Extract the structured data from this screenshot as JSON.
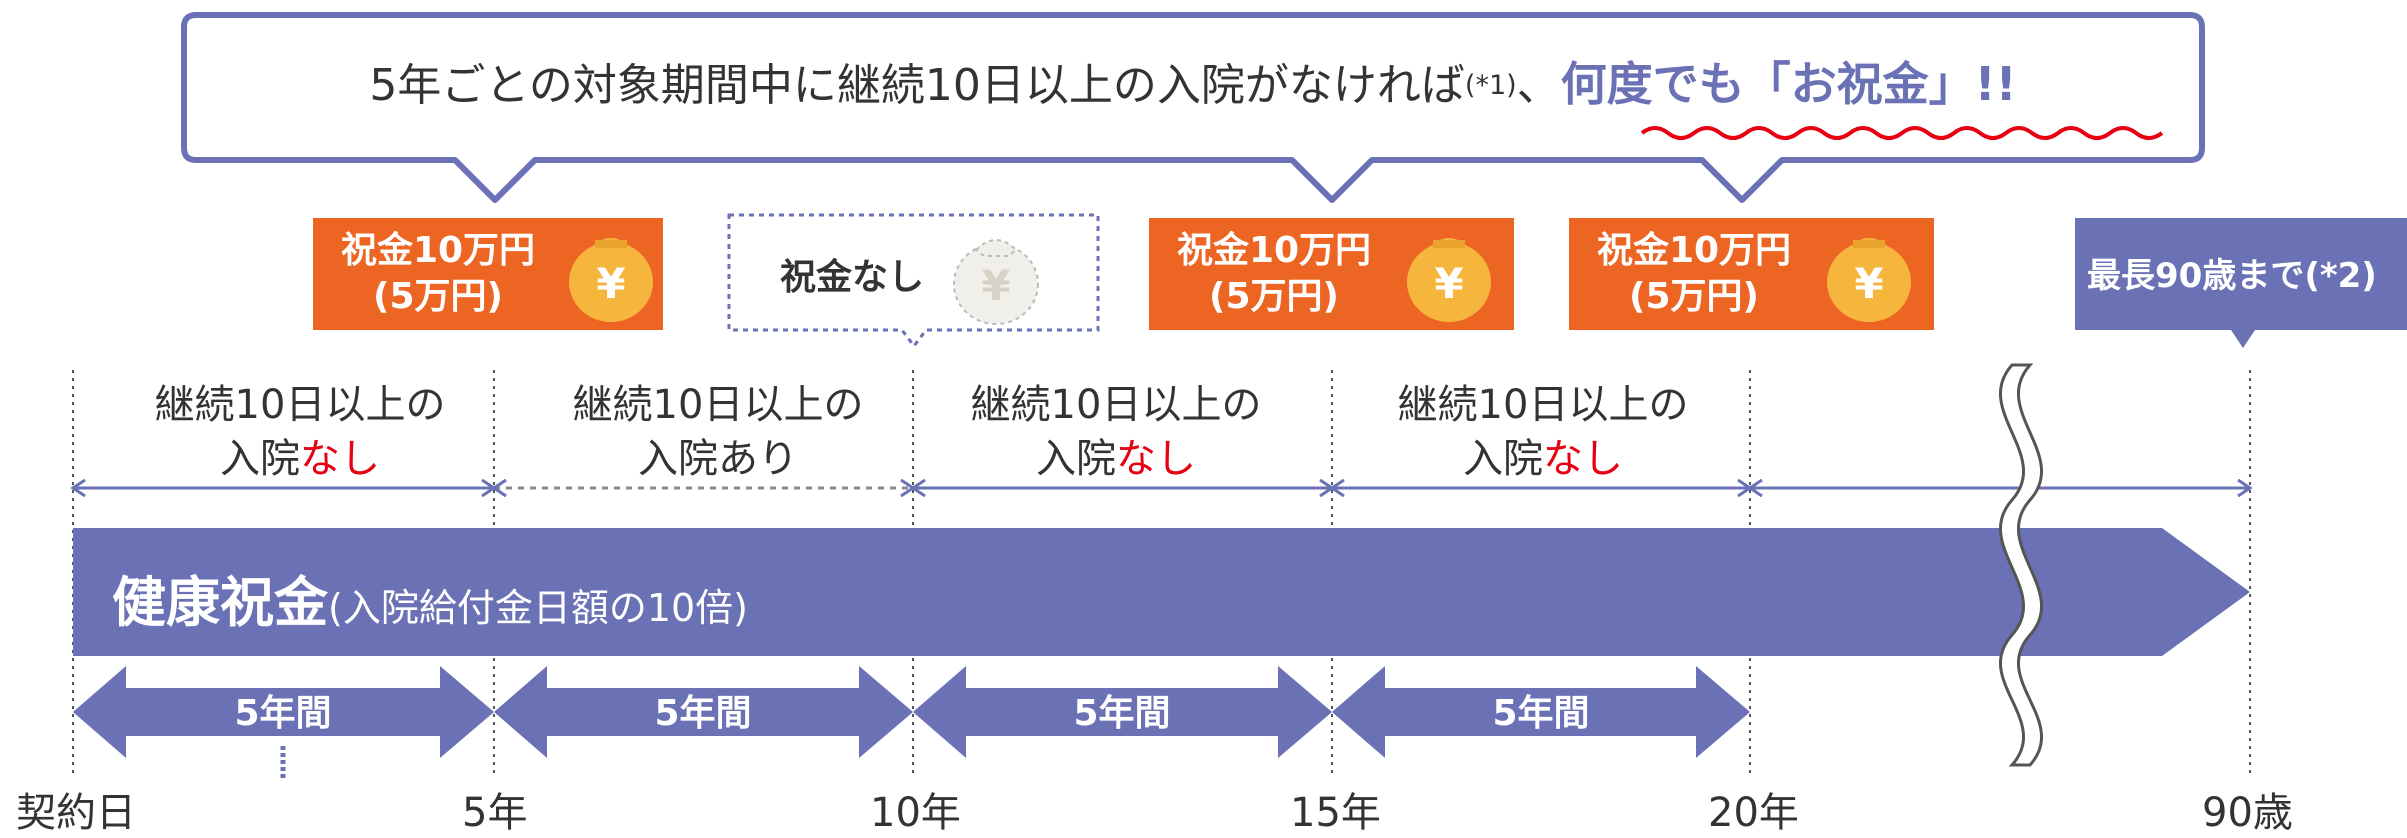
{
  "headline": {
    "main": "5年ごとの対象期間中に継続10日以上の入院がなければ",
    "note": "(*1)",
    "separator": "、",
    "emphasis": "何度でも「お祝金」!!"
  },
  "badges": [
    {
      "line1": "祝金10万円",
      "line2": "(5万円)",
      "icon": "money-bag-yen-icon"
    },
    {
      "line1": "祝金10万円",
      "line2": "(5万円)",
      "icon": "money-bag-yen-icon"
    },
    {
      "line1": "祝金10万円",
      "line2": "(5万円)",
      "icon": "money-bag-yen-icon"
    }
  ],
  "no_bonus": {
    "label": "祝金なし",
    "icon": "money-bag-yen-icon"
  },
  "yen_symbol": "¥",
  "max_age_label": "最長90歳まで(*2)",
  "periods": [
    {
      "line1": "継続10日以上の",
      "line2_prefix": "入院",
      "line2_status": "なし"
    },
    {
      "line1": "継続10日以上の",
      "line2_prefix": "入院",
      "line2_status": "あり"
    },
    {
      "line1": "継続10日以上の",
      "line2_prefix": "入院",
      "line2_status": "なし"
    },
    {
      "line1": "継続10日以上の",
      "line2_prefix": "入院",
      "line2_status": "なし"
    }
  ],
  "banner": {
    "title": "健康祝金",
    "subtitle": "(入院給付金日額の10倍)"
  },
  "period_arrow_label": "5年間",
  "timeline_labels": [
    "契約日",
    "5年",
    "10年",
    "15年",
    "20年",
    "90歳"
  ],
  "colors": {
    "primary": "#6a71b4",
    "orange": "#ec6522",
    "gold": "#f6b53d",
    "red": "#e60012",
    "wavy": "#e60012"
  }
}
